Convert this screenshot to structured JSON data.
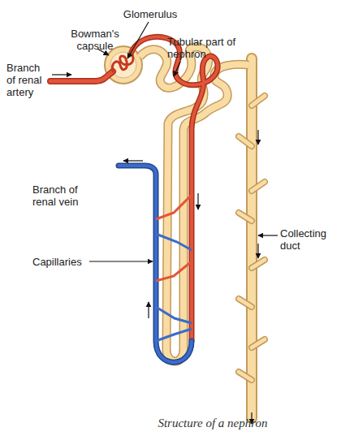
{
  "diagram": {
    "caption": "Structure of a nephron",
    "labels": [
      "Glomerulus",
      "Bowman's capsule",
      "Tubular part of nephron",
      "Branch of renal artery",
      "Branch of renal vein",
      "Capillaries",
      "Collecting duct"
    ]
  }
}
